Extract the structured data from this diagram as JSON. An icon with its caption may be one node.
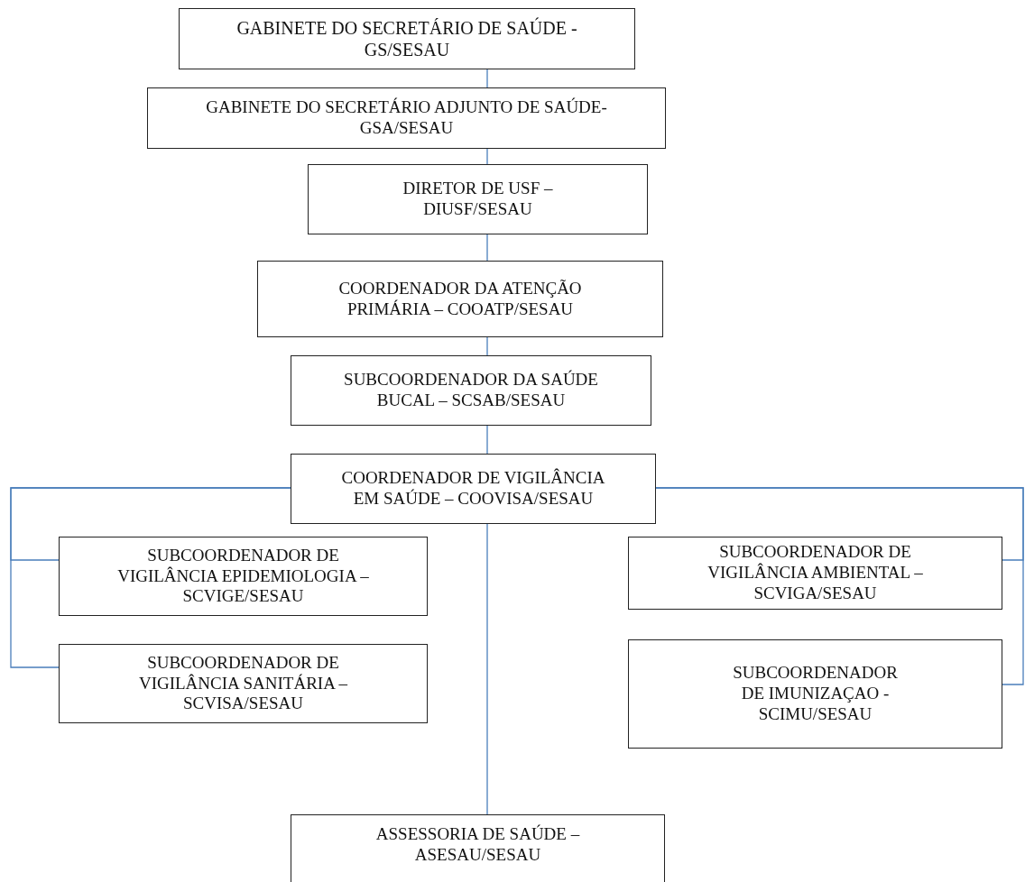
{
  "diagram": {
    "nodes": [
      {
        "text": [
          "GABINETE DO SECRETÁRIO DE SAÚDE - GS/SESAU"
        ]
      },
      {
        "text": [
          "GABINETE DO SECRETÁRIO ADJUNTO DE SAÚDE-GSA/SESAU"
        ]
      },
      {
        "text": [
          "DIRETOR DE USF – DIUSF/SESAU"
        ]
      },
      {
        "text": [
          "COORDENADOR DA ATENÇÃO PRIMÁRIA – COOATP/SESAU"
        ]
      },
      {
        "text": [
          "SUBCOORDENADOR DA SAÚDE BUCAL – SCSAB/SESAU"
        ]
      },
      {
        "text": [
          "COORDENADOR DE VIGILÂNCIA EM SAÚDE – COOVISA/SESAU"
        ]
      },
      {
        "text": [
          "SUBCOORDENADOR DE VIGILÂNCIA EPIDEMIOLOGIA – SCVIGE/SESAU"
        ]
      },
      {
        "text": [
          "SUBCOORDENADOR DE VIGILÂNCIA SANITÁRIA – SCVISA/SESAU"
        ]
      },
      {
        "text": [
          "SUBCOORDENADOR DE VIGILÂNCIA AMBIENTAL – SCVIGA/SESAU"
        ]
      },
      {
        "text": [
          "SUBCOORDENADOR DE IMUNIZAÇAO - SCIMU/SESAU"
        ]
      },
      {
        "text": [
          "ASSESSORIA DE SAÚDE – ASESAU/SESAU"
        ]
      }
    ],
    "edges": [
      {
        "from": 0,
        "to": 1,
        "arrow": "none"
      },
      {
        "from": 1,
        "to": 2,
        "arrow": "none"
      },
      {
        "from": 2,
        "to": 3,
        "arrow": "none"
      },
      {
        "from": 3,
        "to": 4,
        "arrow": "none"
      },
      {
        "from": 4,
        "to": 5,
        "arrow": "none"
      },
      {
        "from": 5,
        "to": 6,
        "arrow": "none"
      },
      {
        "from": 5,
        "to": 7,
        "arrow": "none"
      },
      {
        "from": 5,
        "to": 8,
        "arrow": "none"
      },
      {
        "from": 5,
        "to": 9,
        "arrow": "none"
      },
      {
        "from": 5,
        "to": 10,
        "arrow": "none"
      }
    ]
  }
}
